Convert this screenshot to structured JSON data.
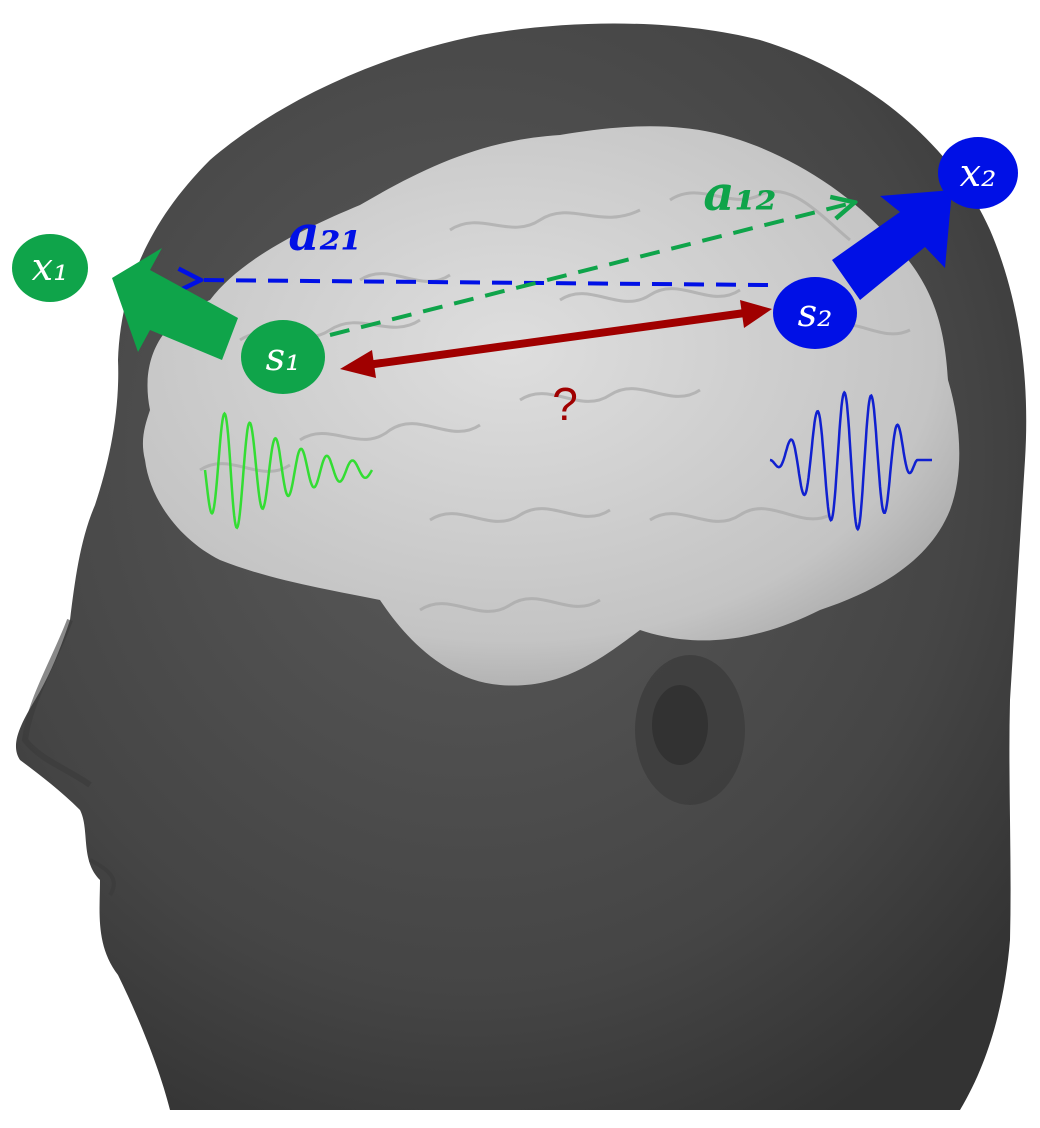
{
  "labels": {
    "x1": "x₁",
    "x2": "x₂",
    "s1": "s₁",
    "s2": "s₂",
    "a21": "a₂₁",
    "a12": "a₁₂",
    "question": "?"
  },
  "colors": {
    "green": "#0fa44a",
    "blue": "#0010e6",
    "dark_red": "#a00000",
    "head": "#4b4b4b",
    "brain": "#c9c9c9",
    "signal_green": "#33dd33",
    "signal_blue": "#1020d0"
  }
}
